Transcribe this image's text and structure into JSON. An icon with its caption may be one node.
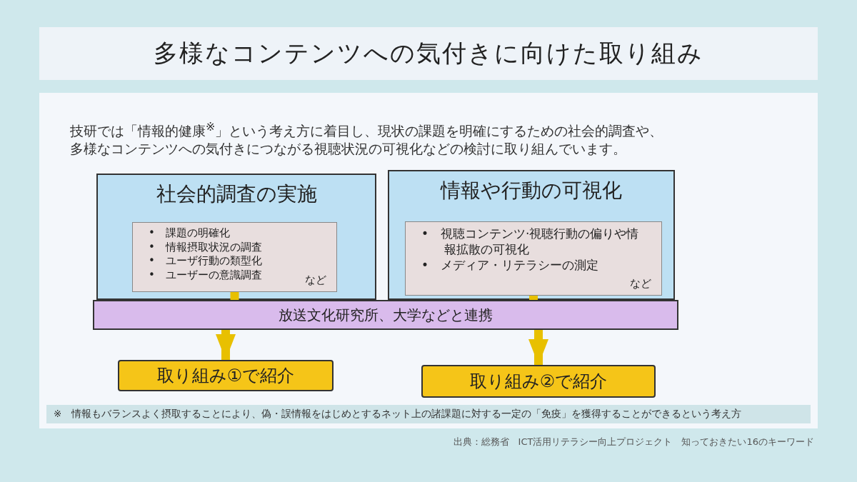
{
  "diagram": {
    "title": "多様なコンテンツへの気付きに向けた取り組み",
    "nodes": [
      {
        "text": [
          "社会的調査の実施"
        ]
      },
      {
        "text": [
          "•　課題の明確化",
          "•　情報摂取状況の調査",
          "•　ユーザ行動の類型化",
          "•　ユーザーの意識調査",
          "など"
        ],
        "in": 0
      },
      {
        "text": [
          "情報や行動の可視化"
        ]
      },
      {
        "text": [
          "•　視聴コンテンツ·視聴行動の偏りや情報拡散の可視化",
          "•　メディア・リテラシーの測定",
          "など"
        ],
        "in": 2
      },
      {
        "text": [
          "放送文化研究所、大学などと連携"
        ]
      },
      {
        "text": [
          "取り組み①で紹介"
        ]
      },
      {
        "text": [
          "取り組み②で紹介"
        ]
      }
    ],
    "edges": [
      {
        "from": 1,
        "to": 4,
        "arrow": "none"
      },
      {
        "from": 4,
        "to": 5,
        "arrow": "to"
      },
      {
        "from": 3,
        "to": 4,
        "arrow": "none"
      },
      {
        "from": 4,
        "to": 6,
        "arrow": "to"
      }
    ],
    "labels": [
      "技研では「情報的健康$^{※}$」という考え方に着目し、現状の課題を明確にするための社会的調査や、多様なコンテンツへの気付きにつながる視聴状況の可視化などの検討に取り組んでいます。",
      "※　情報もバランスよく摂取することにより、偽・誤情報をはじめとするネット上の諸課題に対する一定の「免疫」を獲得することができるという考え方",
      "出典：総務省　ICT活用リテラシー向上プロジェクト　知っておきたい16のキーワード"
    ]
  }
}
